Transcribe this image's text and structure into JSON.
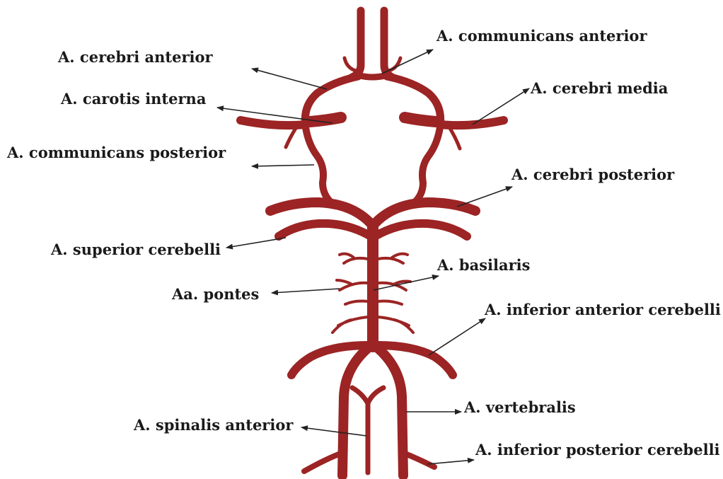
{
  "colors": {
    "vessel": "#9c2424",
    "vessel_shadow": "#7a1616",
    "vessel_highlight": "#c2504a",
    "arrow": "#222222",
    "text": "#1a1a1a"
  },
  "labels": {
    "a_communicans_anterior": "A. communicans anterior",
    "a_cerebri_anterior": "A. cerebri anterior",
    "a_cerebri_media": "A. cerebri media",
    "a_carotis_interna": "A. carotis interna",
    "a_communicans_posterior": "A. communicans posterior",
    "a_cerebri_posterior": "A. cerebri posterior",
    "a_superior_cerebelli": "A. superior cerebelli",
    "a_basilaris": "A. basilaris",
    "aa_pontes": "Aa. pontes",
    "a_inferior_anterior_cerebelli": "A. inferior anterior cerebelli",
    "a_vertebralis": "A. vertebralis",
    "a_spinalis_anterior": "A. spinalis anterior",
    "a_inferior_posterior_cerebelli": "A. inferior posterior cerebelli"
  }
}
